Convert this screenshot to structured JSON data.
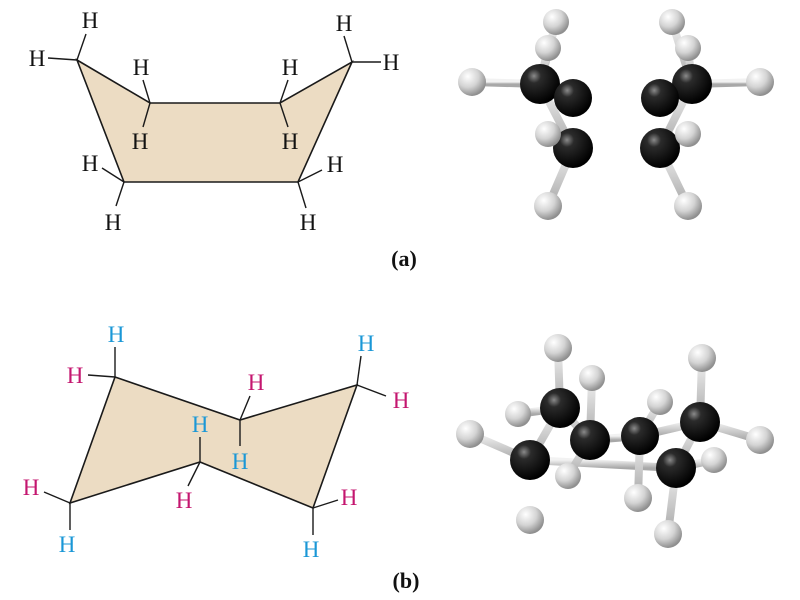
{
  "colors": {
    "ring_fill": "#ecdcc3",
    "ring_stroke": "#1a1a1a",
    "h_default": "#111111",
    "h_axial": "#1a97d6",
    "h_equatorial": "#c4166f",
    "carbon": "#111111",
    "hydrogen": "#d9d9d9",
    "bond": "#bdbdbd"
  },
  "panels": {
    "a": {
      "label": "(a)",
      "conformation": "boat"
    },
    "b": {
      "label": "(b)",
      "conformation": "chair"
    }
  },
  "boat": {
    "hydrogens": [
      {
        "text": "H",
        "role": "default"
      },
      {
        "text": "H",
        "role": "default"
      },
      {
        "text": "H",
        "role": "default"
      },
      {
        "text": "H",
        "role": "default"
      },
      {
        "text": "H",
        "role": "default"
      },
      {
        "text": "H",
        "role": "default"
      },
      {
        "text": "H",
        "role": "default"
      },
      {
        "text": "H",
        "role": "default"
      },
      {
        "text": "H",
        "role": "default"
      },
      {
        "text": "H",
        "role": "default"
      },
      {
        "text": "H",
        "role": "default"
      },
      {
        "text": "H",
        "role": "default"
      }
    ]
  },
  "chair": {
    "hydrogens": [
      {
        "text": "H",
        "role": "axial"
      },
      {
        "text": "H",
        "role": "equatorial"
      },
      {
        "text": "H",
        "role": "equatorial"
      },
      {
        "text": "H",
        "role": "axial"
      },
      {
        "text": "H",
        "role": "equatorial"
      },
      {
        "text": "H",
        "role": "axial"
      },
      {
        "text": "H",
        "role": "axial"
      },
      {
        "text": "H",
        "role": "equatorial"
      },
      {
        "text": "H",
        "role": "equatorial"
      },
      {
        "text": "H",
        "role": "axial"
      },
      {
        "text": "H",
        "role": "axial"
      },
      {
        "text": "H",
        "role": "equatorial"
      }
    ]
  }
}
